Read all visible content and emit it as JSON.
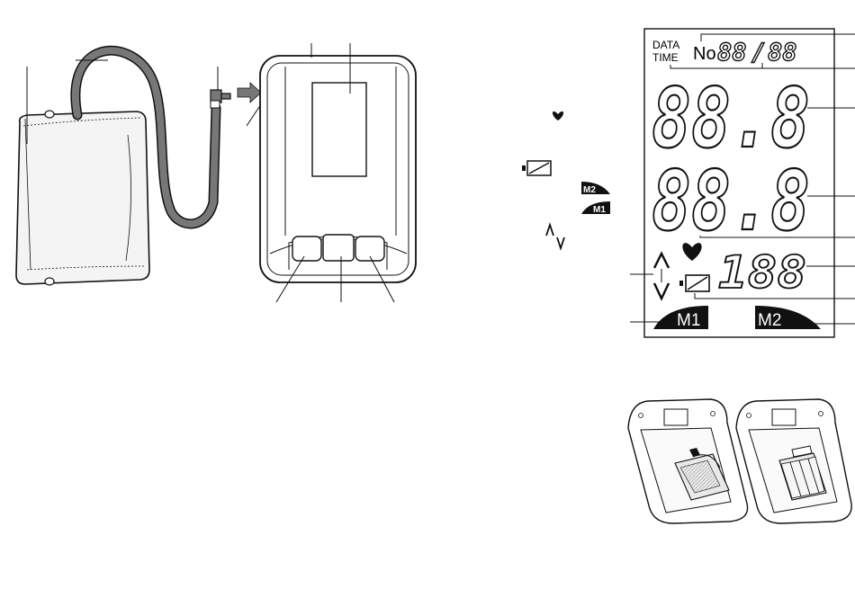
{
  "lcd": {
    "data_label": "DATA",
    "time_label": "TIME",
    "no_label": "No.",
    "number_display": "88",
    "slash": "/",
    "number_display_2": "88",
    "systolic_display": "88.8",
    "diastolic_display": "88.8",
    "pulse_display": "188",
    "memory_1_label": "M1",
    "memory_2_label": "M2"
  },
  "legend": {
    "memory_2_label": "M2",
    "memory_1_label": "M1"
  },
  "colors": {
    "ink": "#111111",
    "cuff_shade": "#f4f4f4",
    "tube": "#777777",
    "battery_cover": "#e9e9e9"
  }
}
